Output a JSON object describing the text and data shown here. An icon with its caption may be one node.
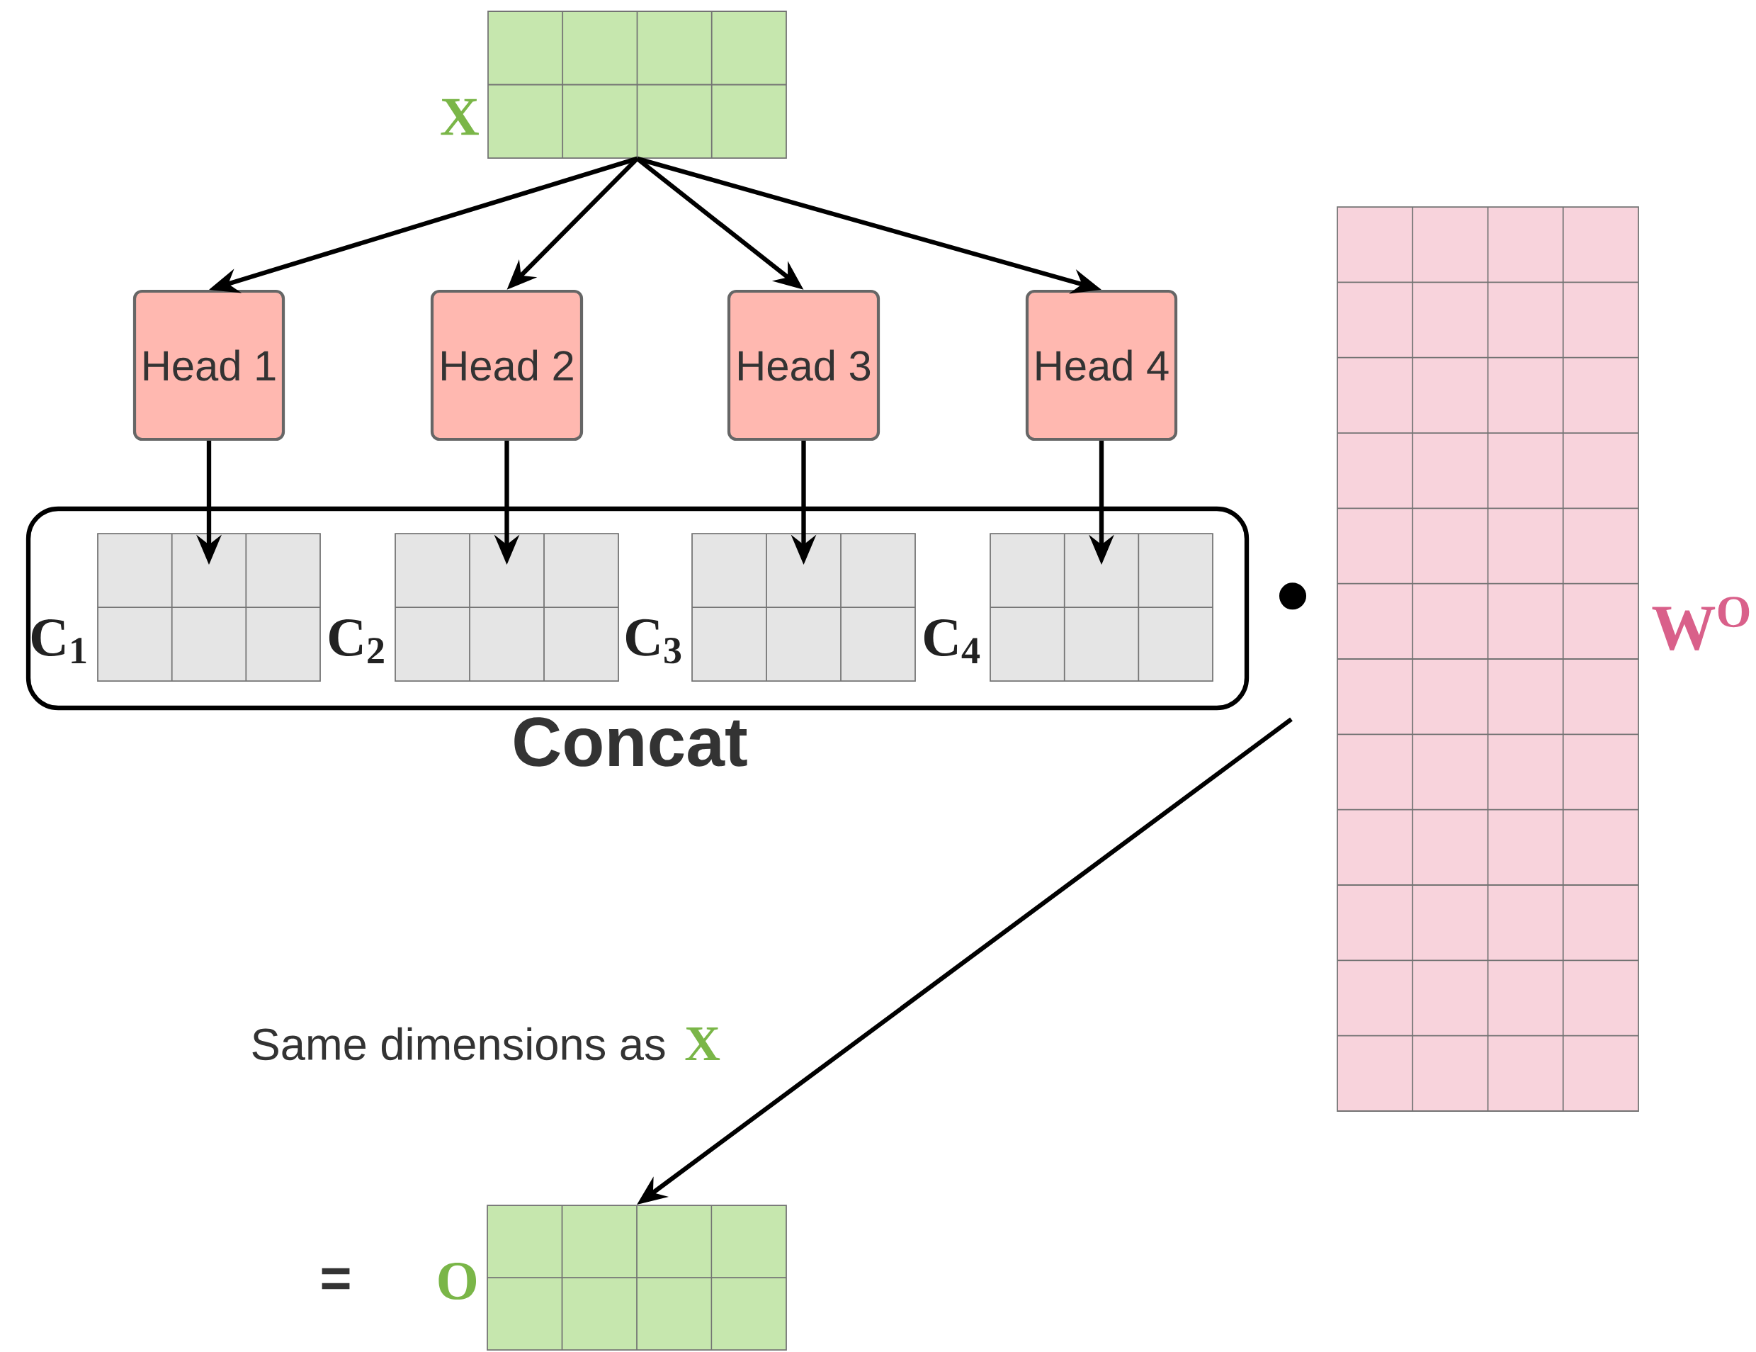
{
  "diagram": {
    "nodes": [
      {
        "text": [
          "X"
        ]
      },
      {
        "text": [
          "Head 1"
        ]
      },
      {
        "text": [
          "Head 2"
        ]
      },
      {
        "text": [
          "Head 3"
        ]
      },
      {
        "text": [
          "Head 4"
        ]
      },
      {
        "text": [
          "Concat"
        ]
      },
      {
        "text": [
          "C$_{1}$"
        ],
        "in": 5
      },
      {
        "text": [
          "C$_{2}$"
        ],
        "in": 5
      },
      {
        "text": [
          "C$_{3}$"
        ],
        "in": 5
      },
      {
        "text": [
          "C$_{4}$"
        ],
        "in": 5
      },
      {
        "text": [
          "W$^{O}$"
        ]
      },
      {
        "text": [
          "O"
        ]
      }
    ],
    "edges": [
      {
        "from": 0,
        "to": 1,
        "arrow": "to"
      },
      {
        "from": 0,
        "to": 2,
        "arrow": "to"
      },
      {
        "from": 0,
        "to": 3,
        "arrow": "to"
      },
      {
        "from": 0,
        "to": 4,
        "arrow": "to"
      },
      {
        "from": 1,
        "to": 6,
        "arrow": "to"
      },
      {
        "from": 2,
        "to": 7,
        "arrow": "to"
      },
      {
        "from": 3,
        "to": 8,
        "arrow": "to"
      },
      {
        "from": 4,
        "to": 9,
        "arrow": "to"
      },
      {
        "from": null,
        "to": 11,
        "arrow": "to"
      }
    ],
    "labels": [
      "•",
      "Same dimensions as",
      "X",
      "="
    ]
  }
}
